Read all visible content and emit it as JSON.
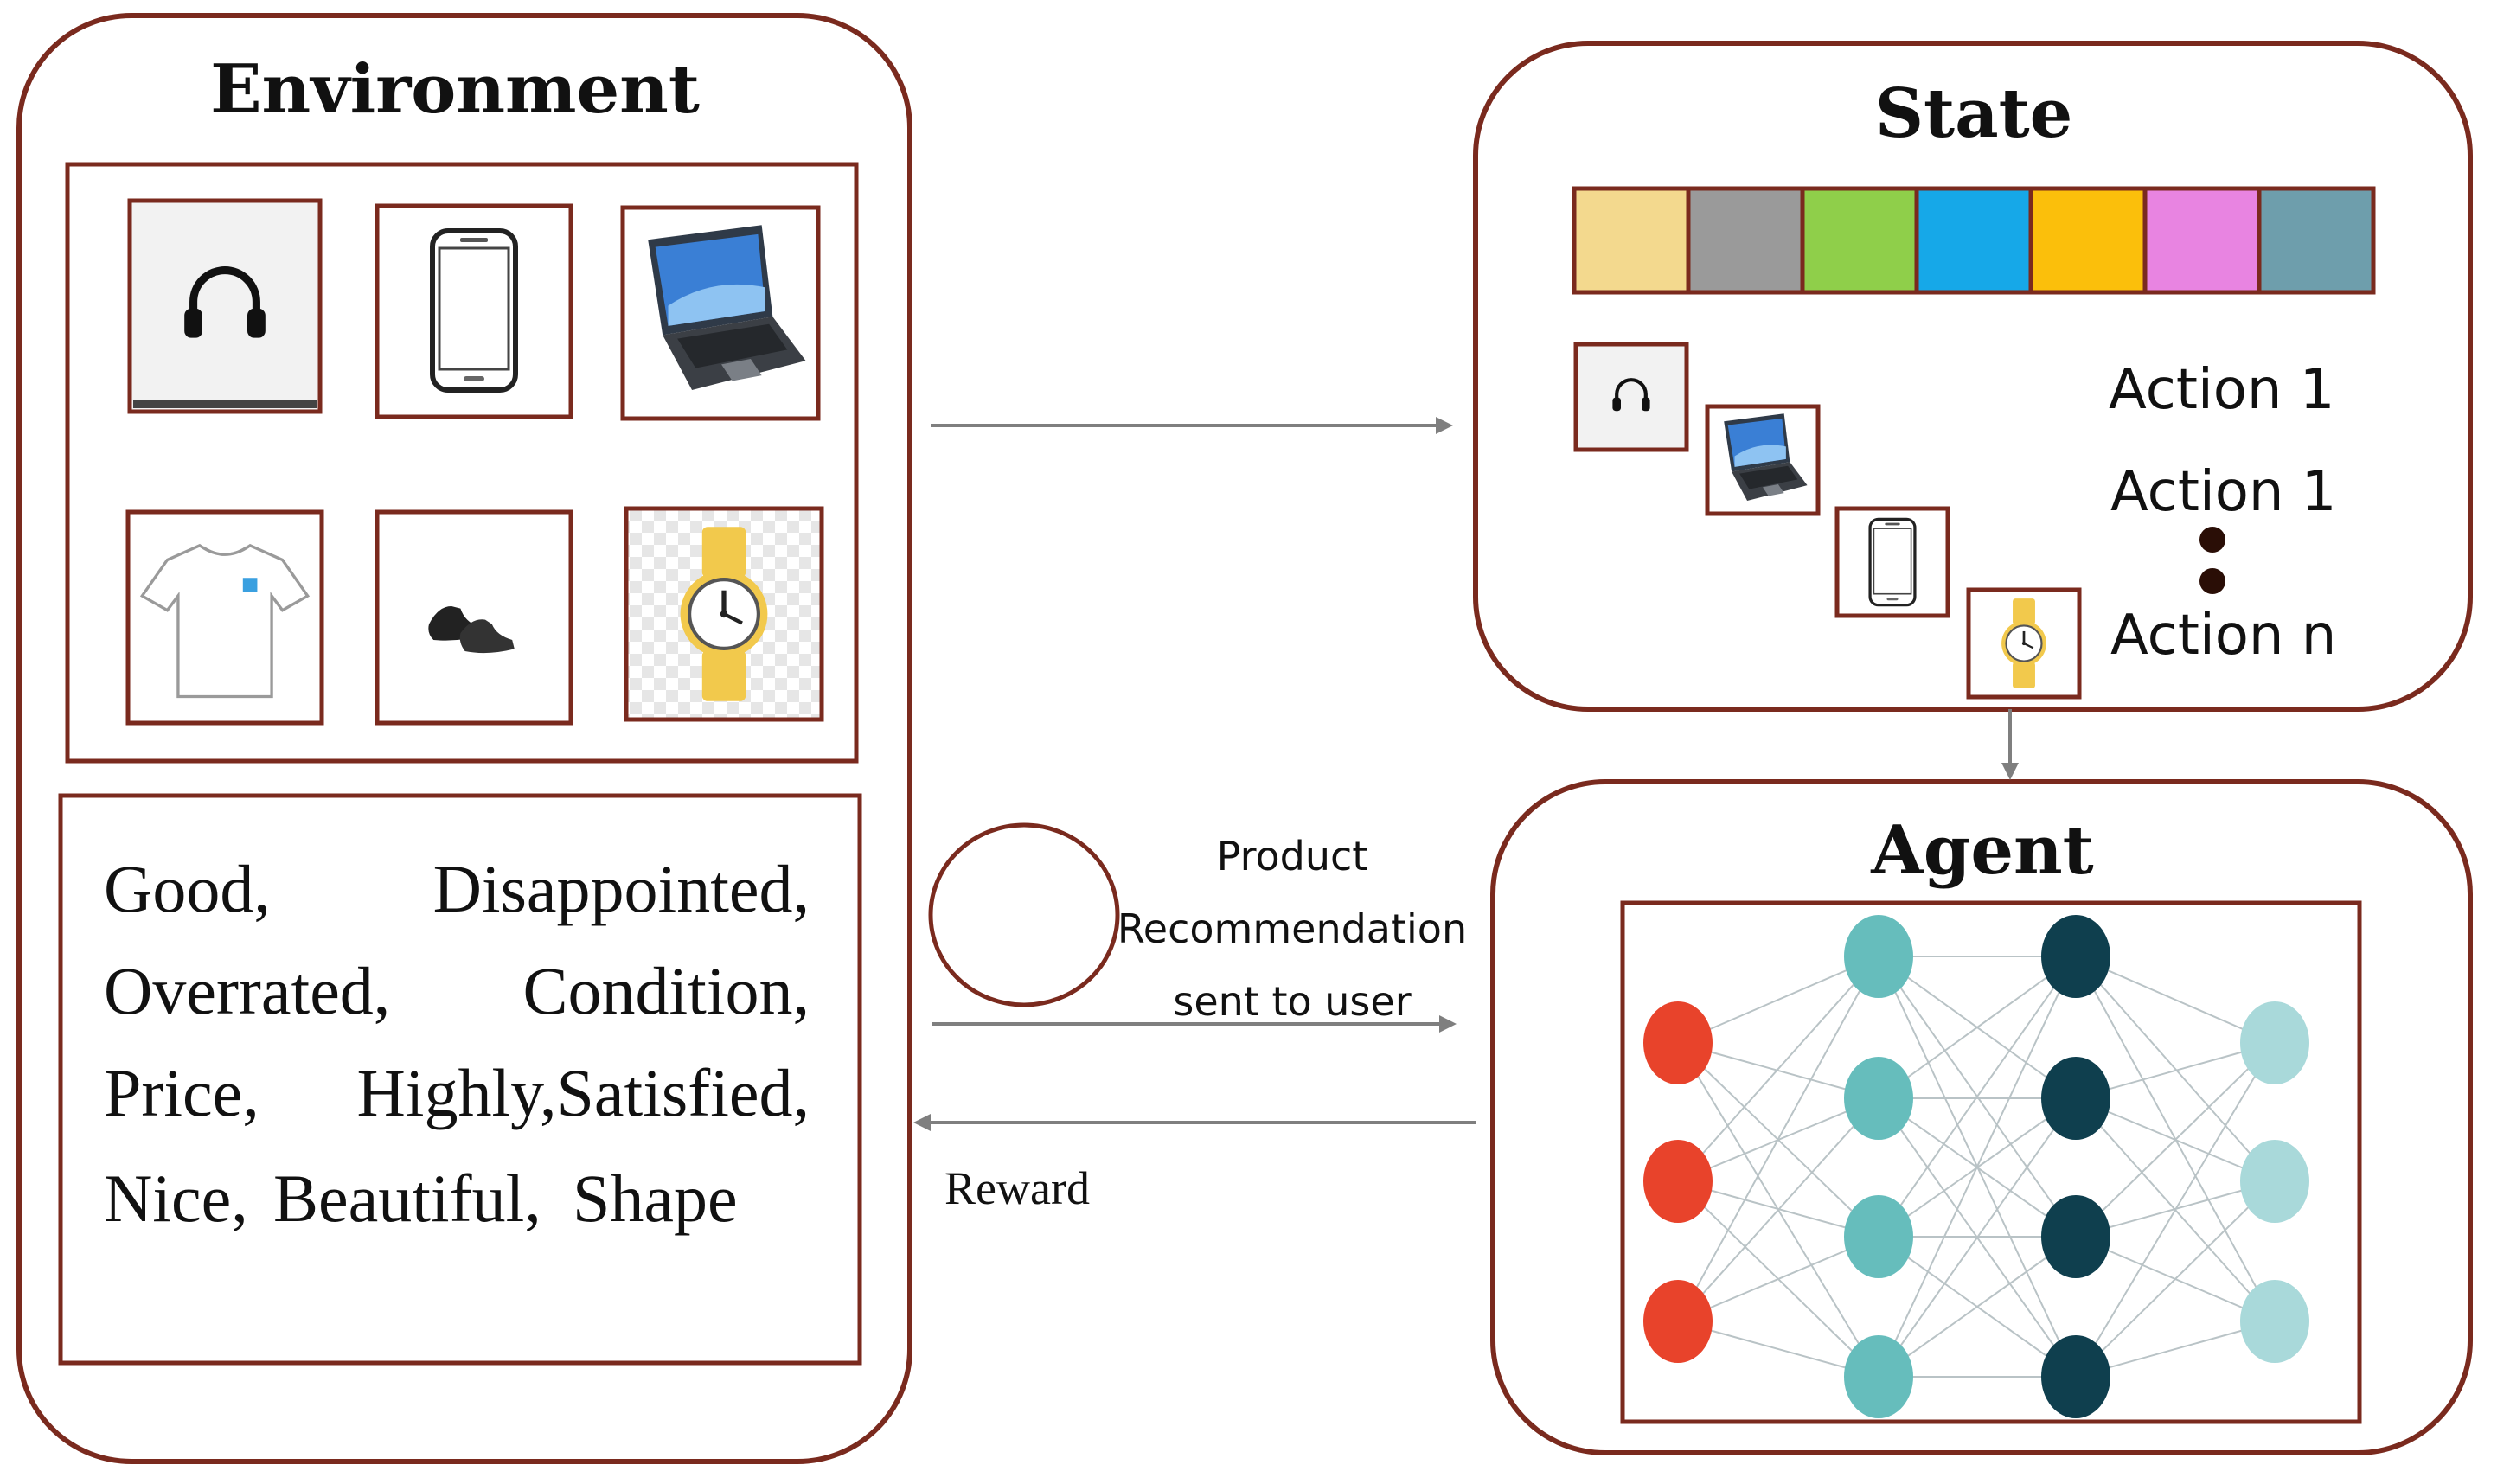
{
  "environment": {
    "title": "Environment",
    "products": [
      {
        "name": "headphones-icon"
      },
      {
        "name": "smartphone-icon"
      },
      {
        "name": "laptop-icon"
      },
      {
        "name": "tshirt-icon"
      },
      {
        "name": "shoes-icon"
      },
      {
        "name": "watch-icon"
      }
    ],
    "review_lines": [
      [
        "Good,",
        "Disappointed,"
      ],
      [
        "Overrated,",
        "Condition,"
      ],
      [
        "Price,",
        "Highly,",
        "Satisfied,"
      ],
      [
        "Nice,",
        "Beautiful,",
        "Shape"
      ]
    ]
  },
  "state": {
    "title": "State",
    "colors": [
      "#F3D98E",
      "#9A9A9A",
      "#8FCF4A",
      "#16A8E8",
      "#FBBF0B",
      "#E884E1",
      "#6E9EAC"
    ],
    "action_items": [
      "headphones-icon",
      "laptop-icon",
      "smartphone-icon",
      "watch-icon"
    ],
    "actions": [
      "Action 1",
      "Action 1",
      "Action n"
    ]
  },
  "agent": {
    "title": "Agent",
    "layer_colors": [
      "#E8432B",
      "#66BDBC",
      "#0F3F4E",
      "#A9D9DA"
    ]
  },
  "flow": {
    "product_label": "Product",
    "recommendation_label": "Recommendation",
    "sent_label": "sent to user",
    "reward_label": "Reward"
  },
  "user": {
    "name": "user-avatar-icon"
  },
  "colors": {
    "border": "#7A2A1E",
    "arrow": "#7F7F7F",
    "edge": "#B9C3C6"
  }
}
